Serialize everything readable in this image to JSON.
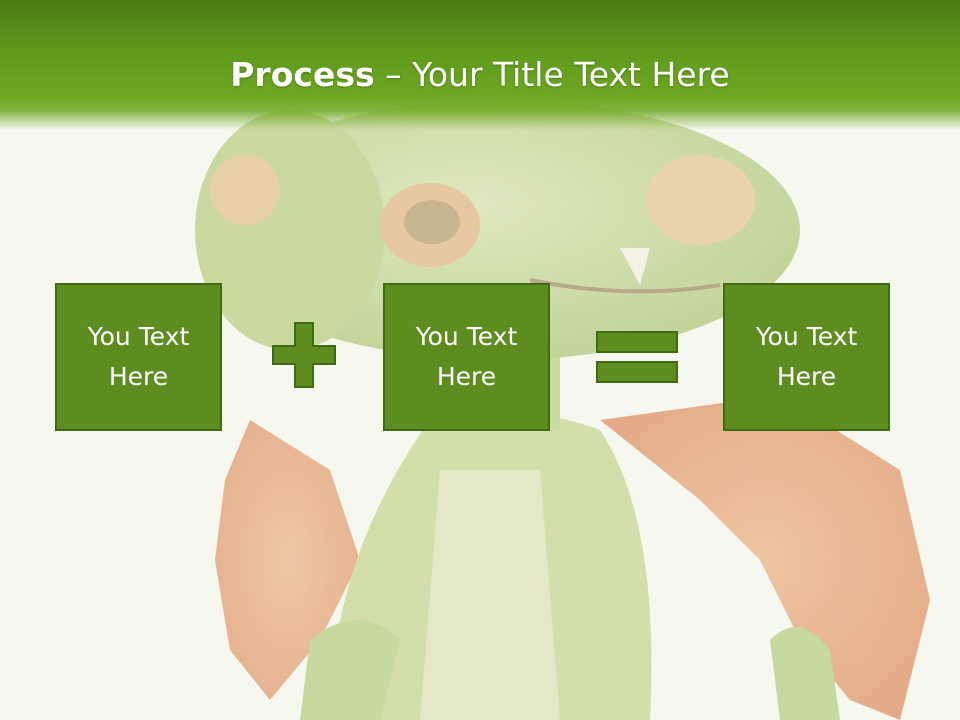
{
  "slide": {
    "title_bold": "Process",
    "title_rest": " – Your Title Text Here",
    "boxes": [
      {
        "text": "You Text Here"
      },
      {
        "text": "You Text Here"
      },
      {
        "text": "You Text Here"
      }
    ],
    "operators": [
      "plus-icon",
      "equals-icon"
    ],
    "colors": {
      "header": "#5f9a1c",
      "box_fill": "#5d8d1f",
      "box_border": "#3f6b12",
      "text": "#ffffff"
    }
  }
}
